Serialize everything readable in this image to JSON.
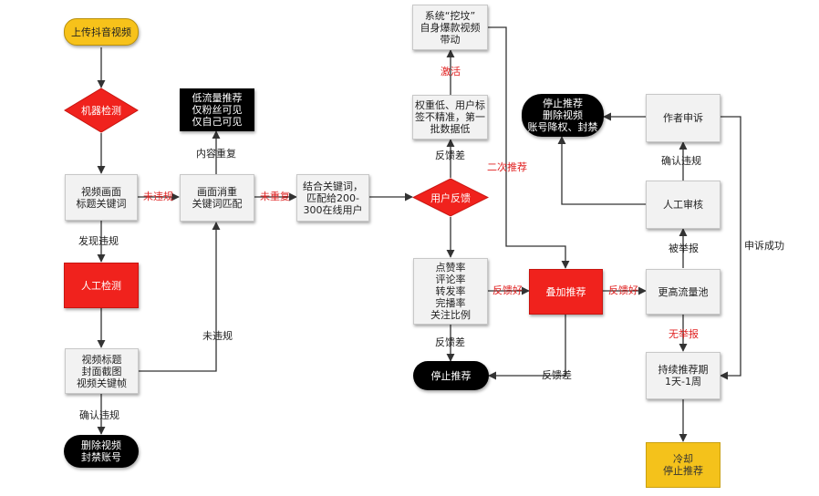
{
  "nodes": {
    "upload": "上传抖音视频",
    "machine_check": "机器检测",
    "video_keywords": "视频画面\n标题关键词",
    "manual_check": "人工检测",
    "video_detail": "视频标题\n封面截图\n视频关键帧",
    "delete_ban": "删除视频\n封禁账号",
    "dedup_match": "画面消重\n关键词匹配",
    "low_traffic": "低流量推荐\n仅粉丝可见\n仅自己可见",
    "match_users": "结合关键词，\n匹配给200-\n300在线用户",
    "user_feedback": "用户反馈",
    "low_weight": "权重低、用户标\n签不精准，第一\n批数据低",
    "system_dig": "系统“挖坟”\n自身爆款视频\n带动",
    "metrics": "点赞率\n评论率\n转发率\n完播率\n关注比例",
    "stop_recommend": "停止推荐",
    "stack_recommend": "叠加推荐",
    "higher_pool": "更高流量池",
    "manual_review": "人工审核",
    "author_appeal": "作者申诉",
    "stop_delete_limit": "停止推荐\n删除视频\n账号降权、封禁",
    "sustain_period": "持续推荐期\n1天-1周",
    "cool_down": "冷却\n停止推荐"
  },
  "edge_labels": {
    "not_violating_1": "未违规",
    "found_violation": "发现违规",
    "not_violating_2": "未违规",
    "confirm_violation_1": "确认违规",
    "not_duplicate": "未重复",
    "content_duplicate": "内容重复",
    "feedback_poor_1": "反馈差",
    "activate": "激活",
    "second_recommend": "二次推荐",
    "feedback_poor_2": "反馈差",
    "feedback_good_1": "反馈好",
    "feedback_poor_3": "反馈差",
    "feedback_good_2": "反馈好",
    "reported": "被举报",
    "confirm_violation_2": "确认违规",
    "no_report": "无举报",
    "appeal_success": "申诉成功"
  },
  "colors": {
    "red": "#f0221d",
    "yellow": "#f7c21a",
    "black": "#000000",
    "gray_box": "#f2f2f2"
  }
}
